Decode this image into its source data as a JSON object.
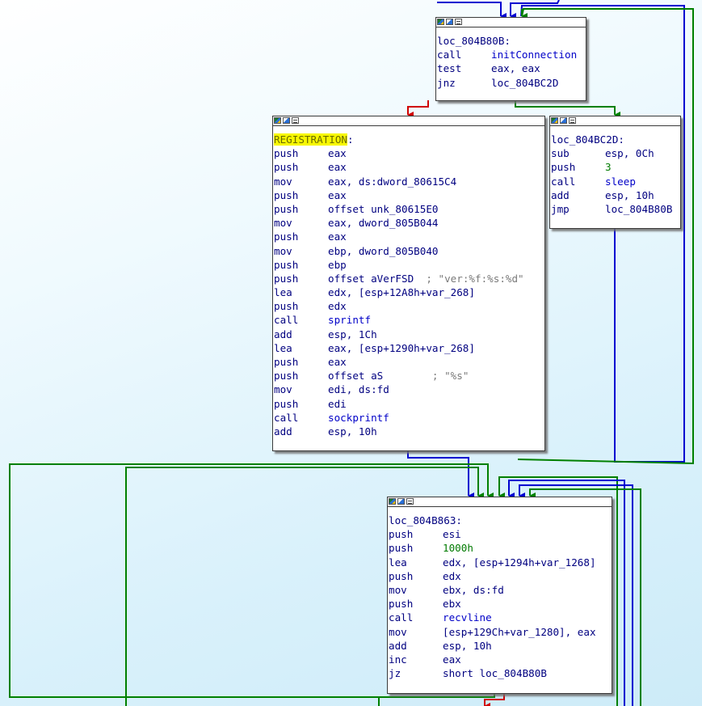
{
  "colors": {
    "edge_true": "#008000",
    "edge_false": "#d00000",
    "edge_uncond": "#0000d0",
    "label_highlight": "#f7f700",
    "mnemonic": "#000080",
    "number": "#007a00",
    "comment": "#7a7a7a"
  },
  "header_icons": [
    "graph-color-icon",
    "node-edit-icon",
    "node-text-icon"
  ],
  "blocks": {
    "loc_804B80B": {
      "label": "loc_804B80B:",
      "lines": [
        {
          "mnemonic": "call",
          "operand": "initConnection"
        },
        {
          "mnemonic": "test",
          "operand": "eax, eax"
        },
        {
          "mnemonic": "jnz",
          "operand": "loc_804BC2D"
        }
      ]
    },
    "registration": {
      "label": "REGISTRATION",
      "label_suffix": ":",
      "lines": [
        {
          "mnemonic": "push",
          "operand": "eax"
        },
        {
          "mnemonic": "push",
          "operand": "eax"
        },
        {
          "mnemonic": "mov",
          "operand": "eax, ds:dword_80615C4"
        },
        {
          "mnemonic": "push",
          "operand": "eax"
        },
        {
          "mnemonic": "push",
          "operand": "offset unk_80615E0"
        },
        {
          "mnemonic": "mov",
          "operand": "eax, dword_805B044"
        },
        {
          "mnemonic": "push",
          "operand": "eax"
        },
        {
          "mnemonic": "mov",
          "operand": "ebp, dword_805B040"
        },
        {
          "mnemonic": "push",
          "operand": "ebp"
        },
        {
          "mnemonic": "push",
          "operand": "offset aVerFSD",
          "comment": "; \"ver:%f:%s:%d\""
        },
        {
          "mnemonic": "lea",
          "operand": "edx, [esp+12A8h+var_268]"
        },
        {
          "mnemonic": "push",
          "operand": "edx"
        },
        {
          "mnemonic": "call",
          "operand": "sprintf"
        },
        {
          "mnemonic": "add",
          "operand": "esp, 1Ch"
        },
        {
          "mnemonic": "lea",
          "operand": "eax, [esp+1290h+var_268]"
        },
        {
          "mnemonic": "push",
          "operand": "eax"
        },
        {
          "mnemonic": "push",
          "operand": "offset aS",
          "comment": "; \"%s\""
        },
        {
          "mnemonic": "mov",
          "operand": "edi, ds:fd"
        },
        {
          "mnemonic": "push",
          "operand": "edi"
        },
        {
          "mnemonic": "call",
          "operand": "sockprintf"
        },
        {
          "mnemonic": "add",
          "operand": "esp, 10h"
        }
      ]
    },
    "loc_804BC2D": {
      "label": "loc_804BC2D:",
      "lines": [
        {
          "mnemonic": "sub",
          "operand": "esp, 0Ch"
        },
        {
          "mnemonic": "push",
          "operand": "3"
        },
        {
          "mnemonic": "call",
          "operand": "sleep"
        },
        {
          "mnemonic": "add",
          "operand": "esp, 10h"
        },
        {
          "mnemonic": "jmp",
          "operand": "loc_804B80B"
        }
      ]
    },
    "loc_804B863": {
      "label": "loc_804B863:",
      "lines": [
        {
          "mnemonic": "push",
          "operand": "esi"
        },
        {
          "mnemonic": "push",
          "operand": "1000h"
        },
        {
          "mnemonic": "lea",
          "operand": "edx, [esp+1294h+var_1268]"
        },
        {
          "mnemonic": "push",
          "operand": "edx"
        },
        {
          "mnemonic": "mov",
          "operand": "ebx, ds:fd"
        },
        {
          "mnemonic": "push",
          "operand": "ebx"
        },
        {
          "mnemonic": "call",
          "operand": "recvline"
        },
        {
          "mnemonic": "mov",
          "operand": "[esp+129Ch+var_1280], eax"
        },
        {
          "mnemonic": "add",
          "operand": "esp, 10h"
        },
        {
          "mnemonic": "inc",
          "operand": "eax"
        },
        {
          "mnemonic": "jz",
          "operand": "short loc_804B80B"
        }
      ]
    }
  }
}
